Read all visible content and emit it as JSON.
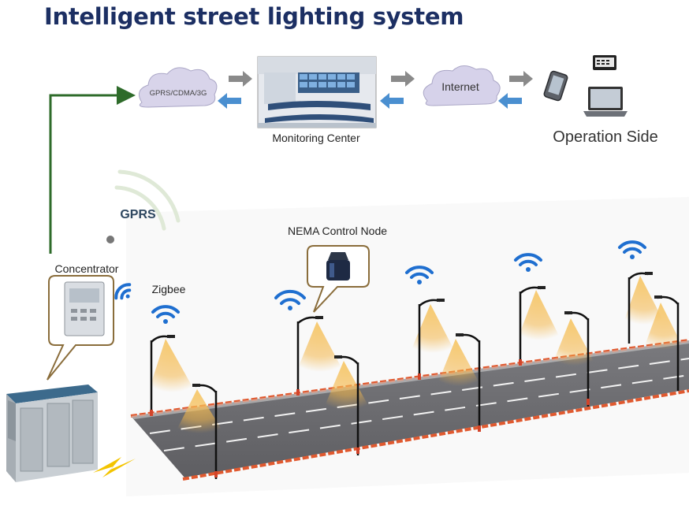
{
  "title": "Intelligent street lighting system",
  "network": {
    "gprs_cloud_label": "GPRS/CDMA/3G",
    "internet_cloud_label": "Internet",
    "monitoring_center_label": "Monitoring Center",
    "operation_side_label": "Operation Side"
  },
  "field": {
    "gprs_label": "GPRS",
    "concentrator_label": "Concentrator",
    "zigbee_label": "Zigbee",
    "nema_label": "NEMA Control Node"
  },
  "colors": {
    "title": "#1c2f63",
    "link_line": "#2e6b2a",
    "arrow_grey": "#8a8a8a",
    "arrow_blue": "#4a8fd0",
    "wifi_blue": "#1f6fd0",
    "light_glow": "#f3b64a",
    "road": "#6f6f73",
    "curb": "#e0592f",
    "callout": "#8a6d3b",
    "lightning": "#f3c400"
  },
  "icons": [
    "cloud-icon",
    "monitoring-center-photo",
    "phone-icon",
    "tablet-icon",
    "laptop-icon",
    "gprs-signal-icon",
    "concentrator-meter-icon",
    "wifi-icon",
    "nema-node-icon",
    "street-lamp-icon",
    "substation-box-icon",
    "lightning-icon"
  ]
}
